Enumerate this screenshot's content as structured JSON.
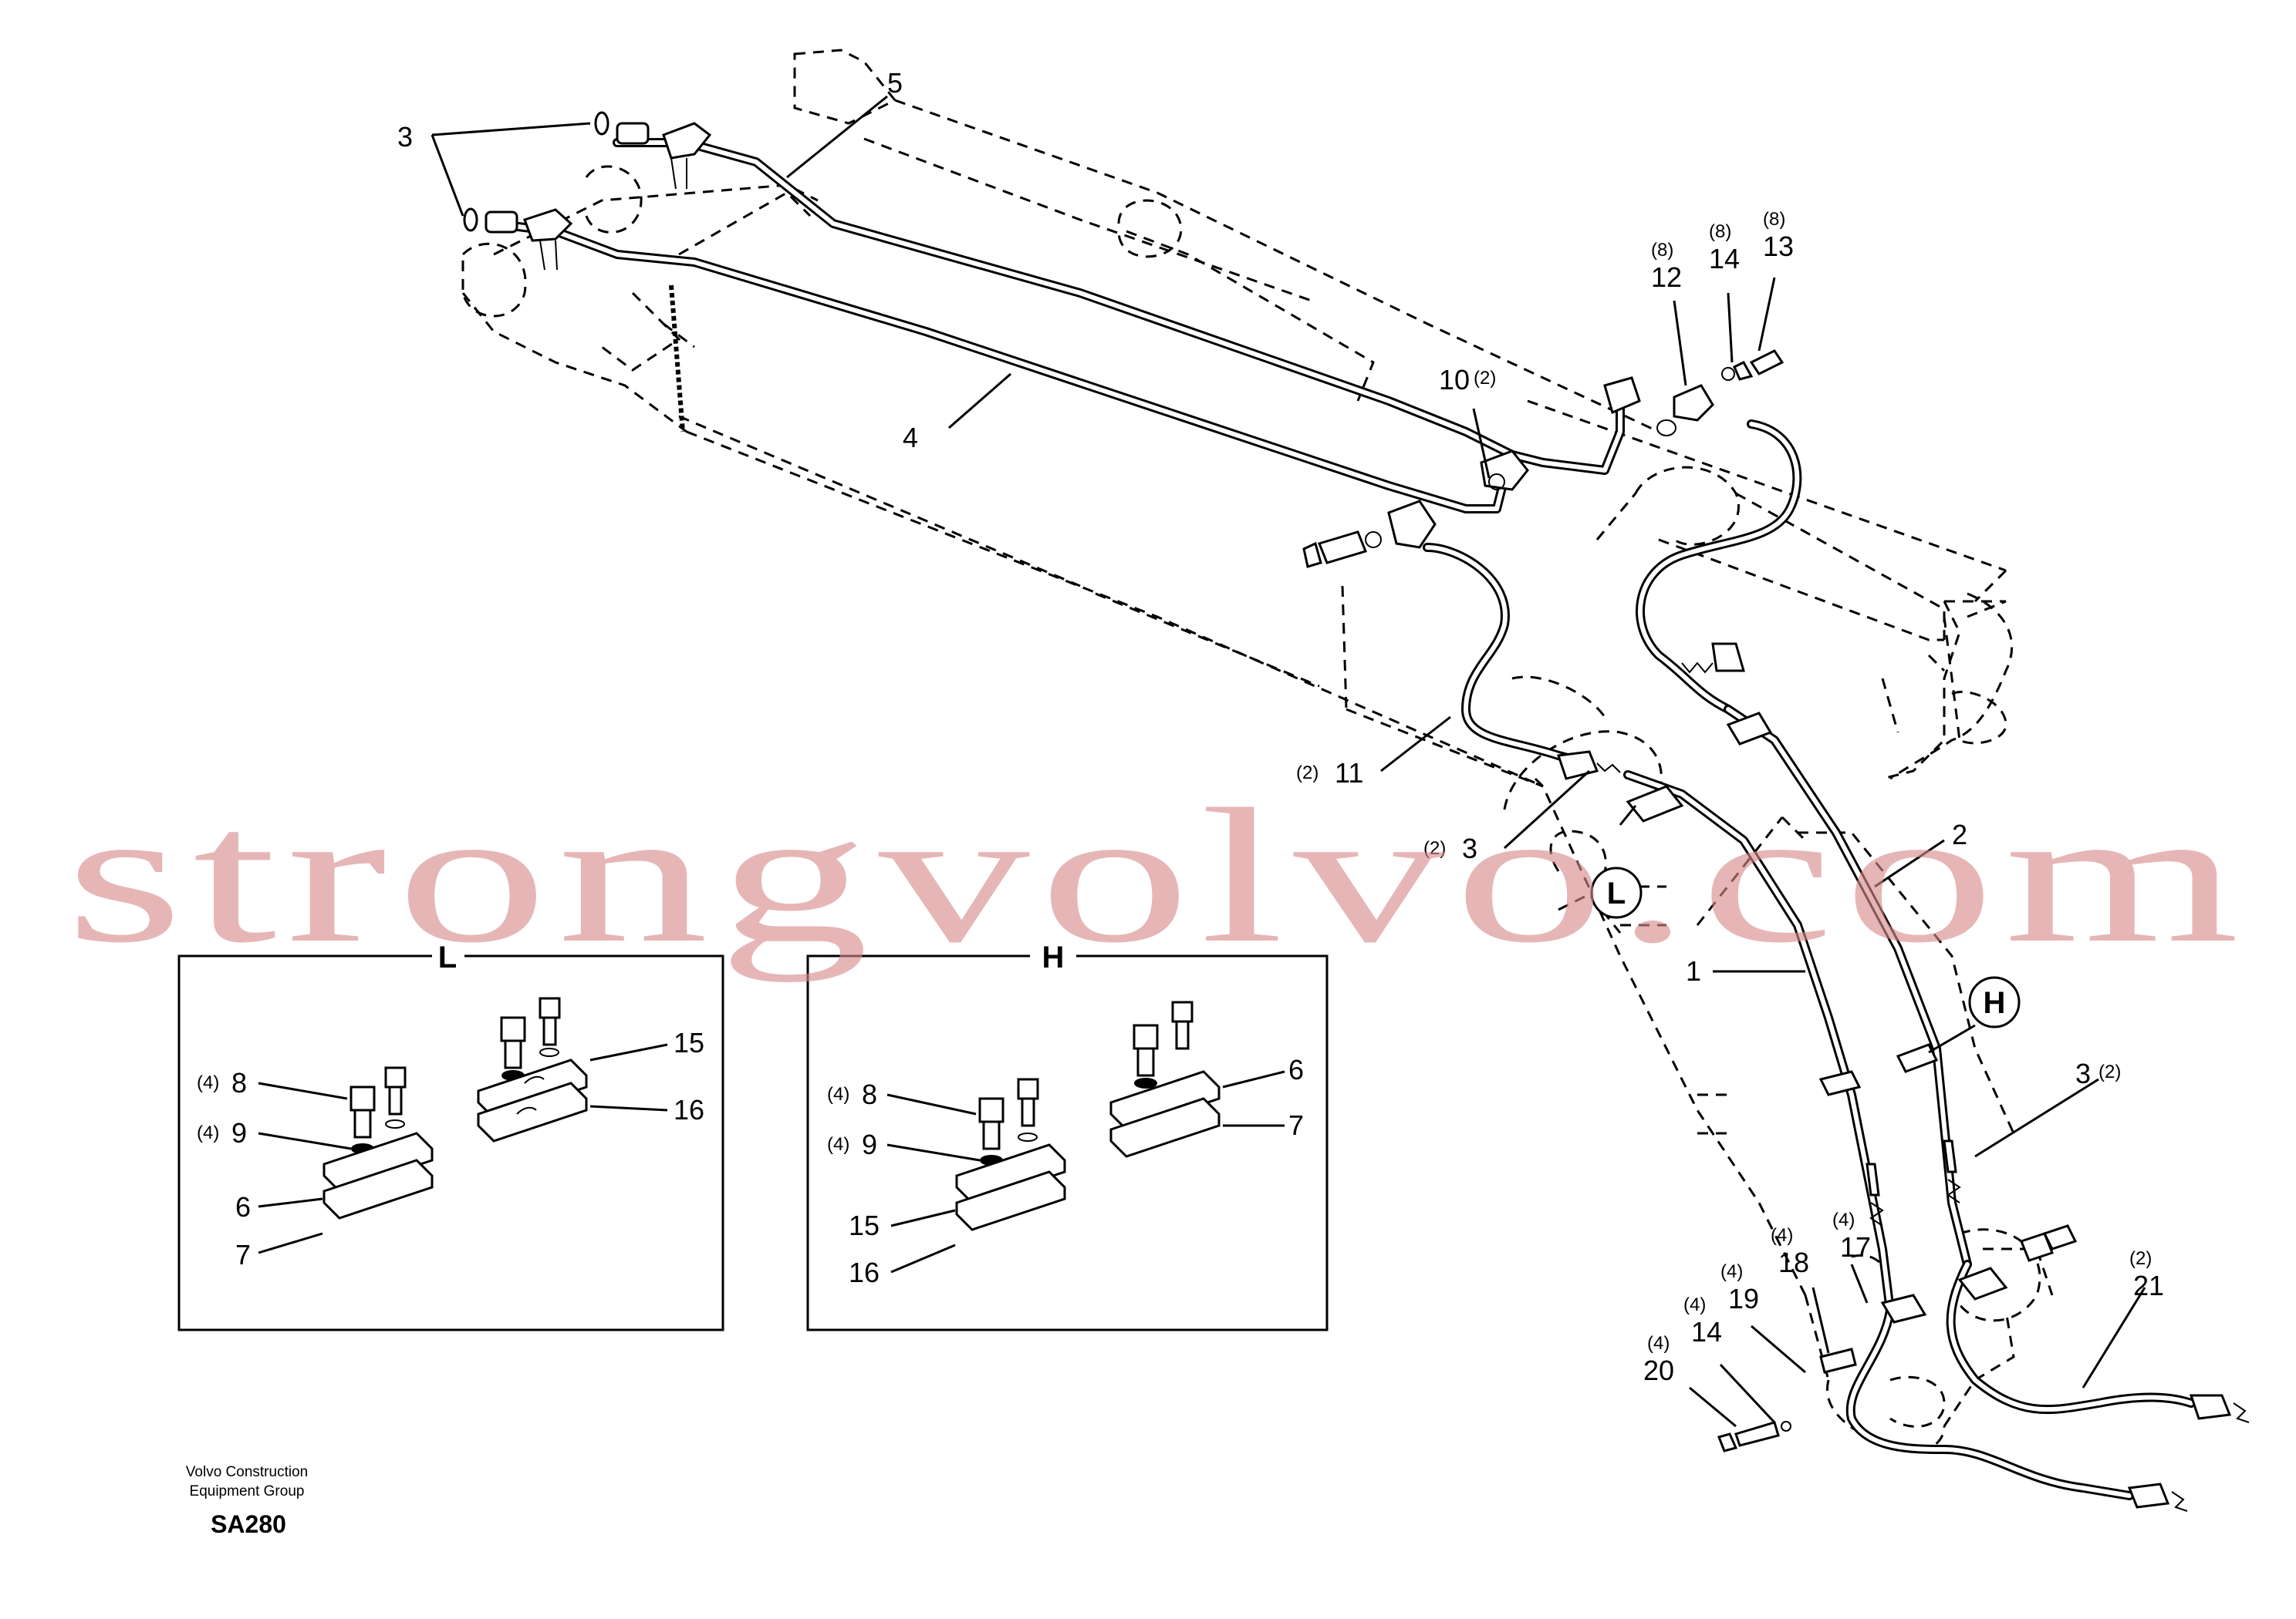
{
  "callouts": [
    {
      "num": "5",
      "qty": ""
    },
    {
      "num": "3",
      "qty": ""
    },
    {
      "num": "4",
      "qty": ""
    },
    {
      "num": "10",
      "qty": "(2)"
    },
    {
      "num": "12",
      "qty": "(8)"
    },
    {
      "num": "14",
      "qty": "(8)"
    },
    {
      "num": "13",
      "qty": "(8)"
    },
    {
      "num": "11",
      "qty": "(2)"
    },
    {
      "num": "3",
      "qty": "(2)"
    },
    {
      "num": "2",
      "qty": ""
    },
    {
      "num": "1",
      "qty": ""
    },
    {
      "num": "3",
      "qty": "(2)"
    },
    {
      "num": "21",
      "qty": "(2)"
    },
    {
      "num": "18",
      "qty": "(4)"
    },
    {
      "num": "17",
      "qty": "(4)"
    },
    {
      "num": "19",
      "qty": "(4)"
    },
    {
      "num": "14",
      "qty": "(4)"
    },
    {
      "num": "20",
      "qty": "(4)"
    }
  ],
  "details": {
    "L": {
      "letter": "L",
      "items": [
        {
          "num": "15",
          "qty": ""
        },
        {
          "num": "16",
          "qty": ""
        },
        {
          "num": "8",
          "qty": "(4)"
        },
        {
          "num": "9",
          "qty": "(4)"
        },
        {
          "num": "6",
          "qty": ""
        },
        {
          "num": "7",
          "qty": ""
        }
      ]
    },
    "H": {
      "letter": "H",
      "items": [
        {
          "num": "6",
          "qty": ""
        },
        {
          "num": "7",
          "qty": ""
        },
        {
          "num": "8",
          "qty": "(4)"
        },
        {
          "num": "9",
          "qty": "(4)"
        },
        {
          "num": "15",
          "qty": ""
        },
        {
          "num": "16",
          "qty": ""
        }
      ]
    }
  },
  "markers": {
    "L": "L",
    "H": "H"
  },
  "footer": {
    "line1": "Volvo Construction",
    "line2": "Equipment Group",
    "code": "SA280"
  },
  "watermark": "strongvolvo.com"
}
